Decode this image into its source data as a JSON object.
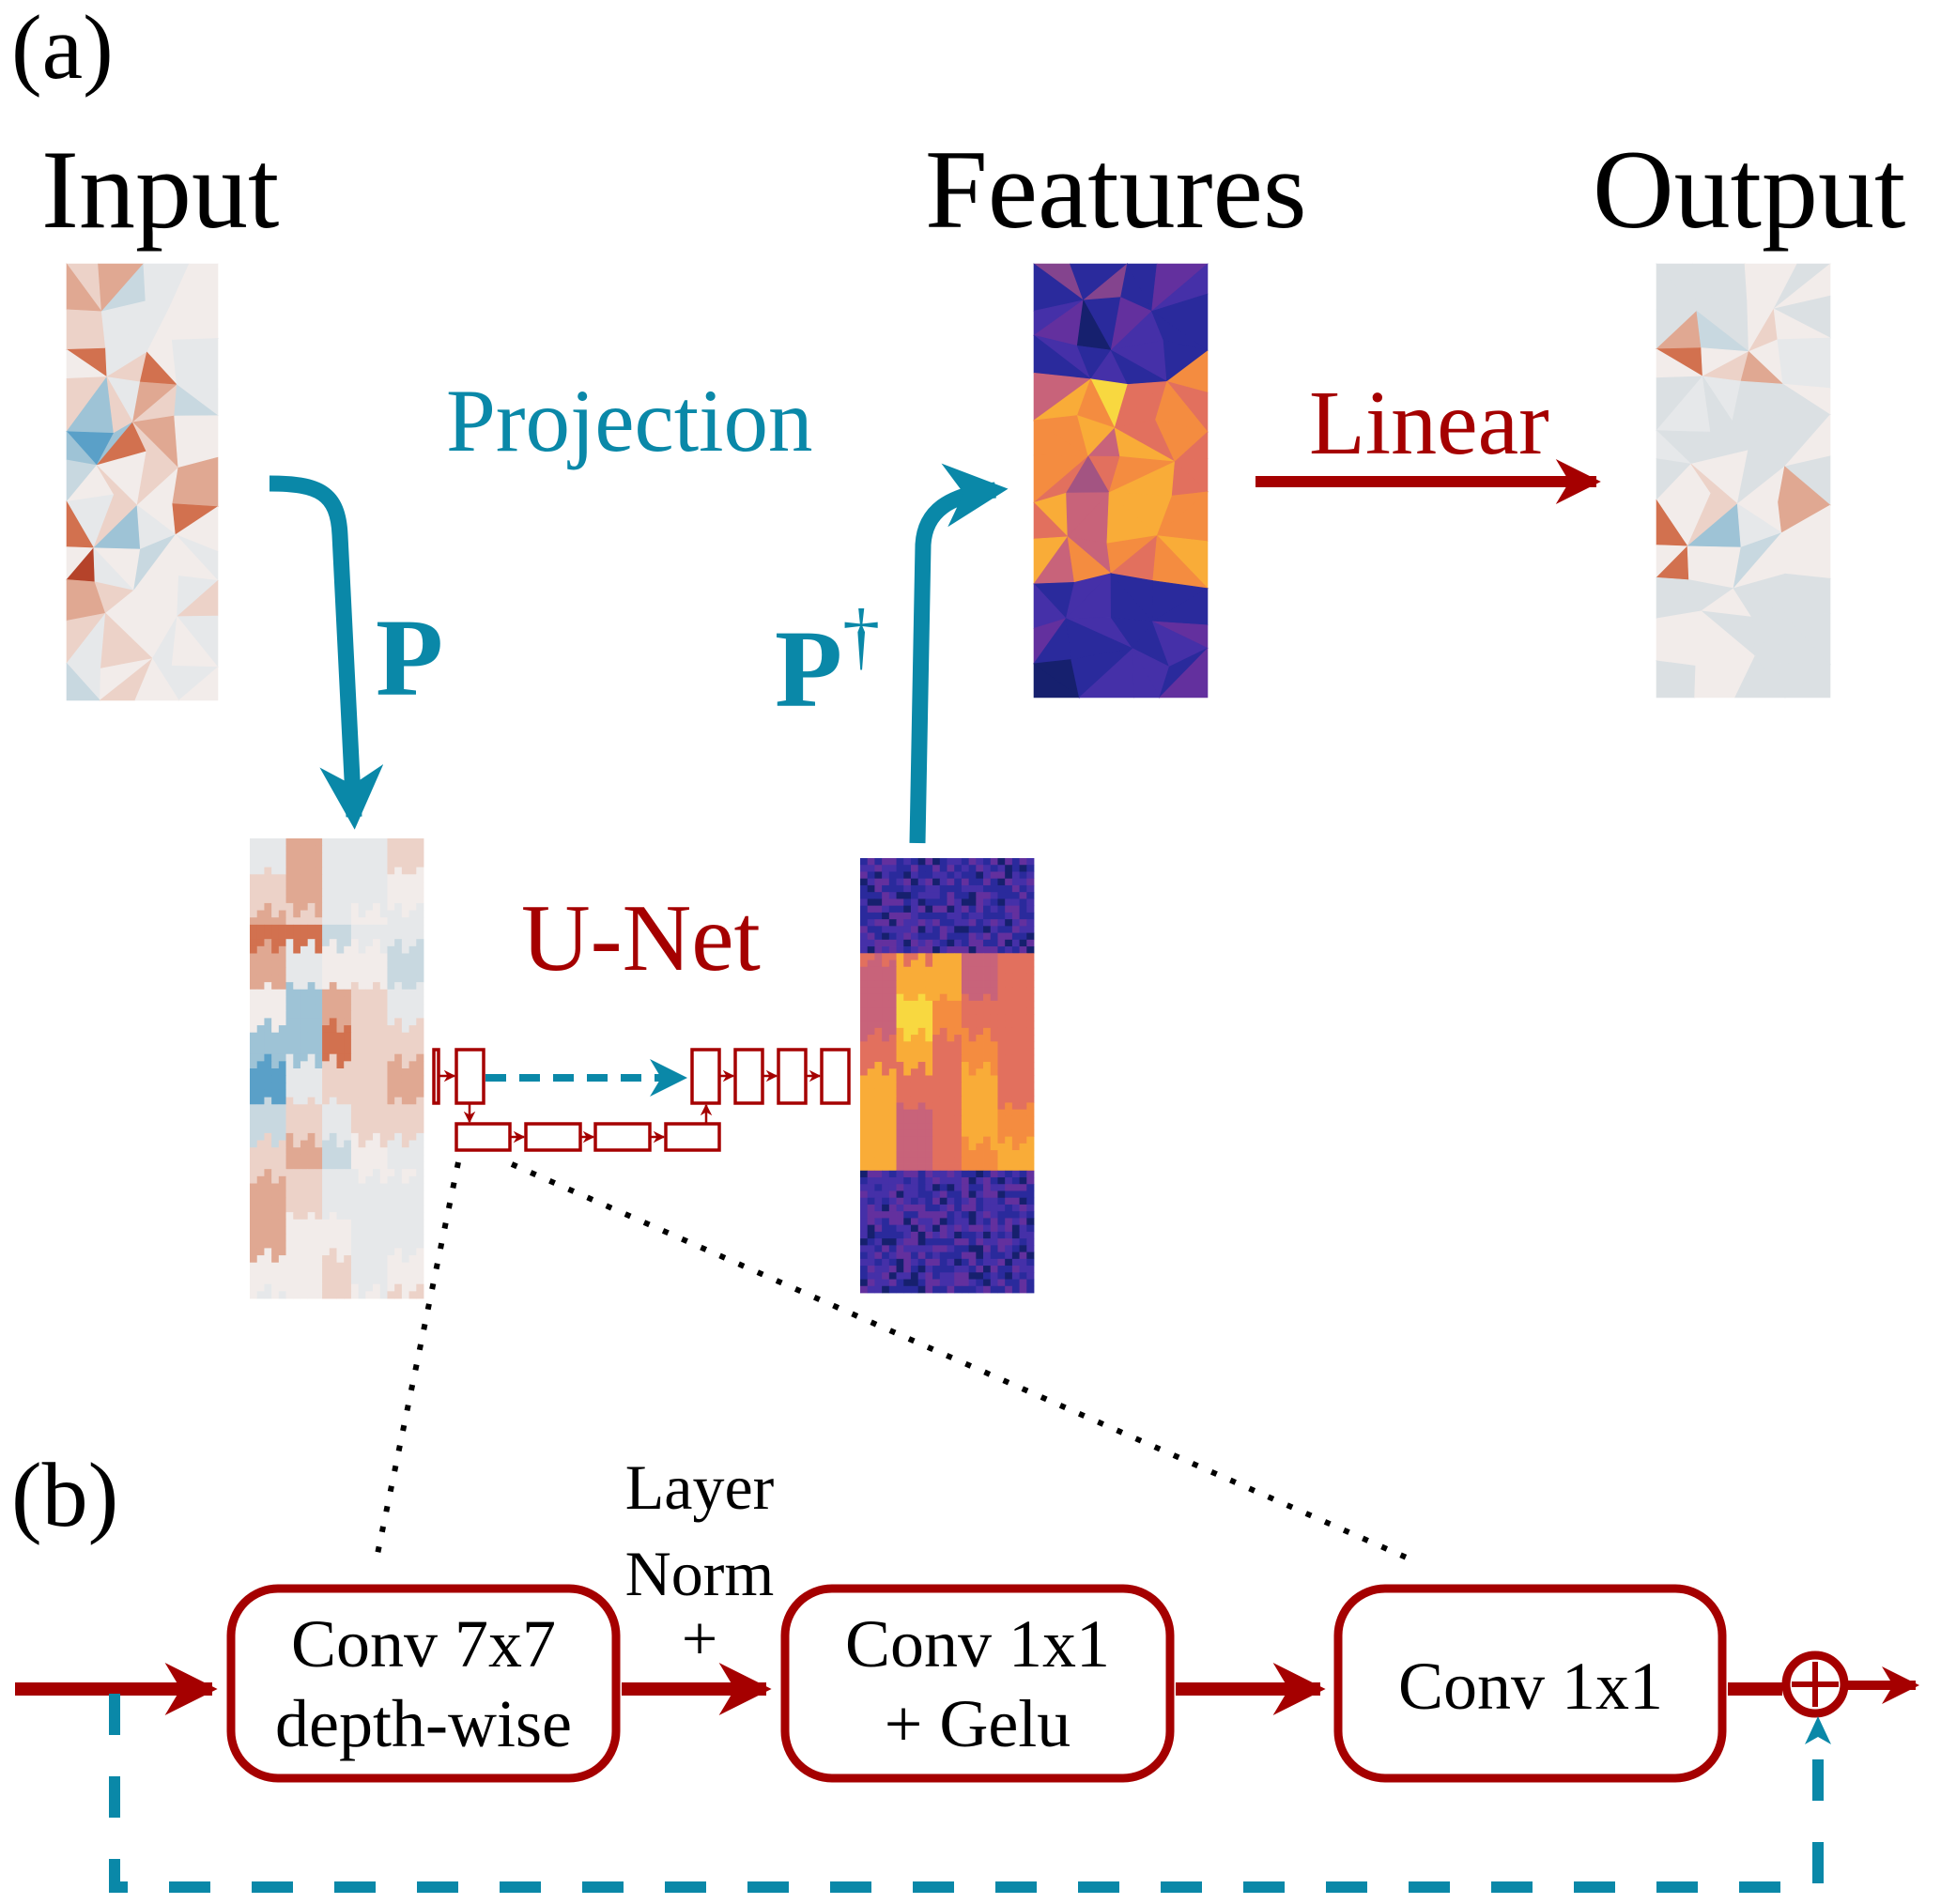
{
  "figure": {
    "panel_a_label": "(a)",
    "panel_b_label": "(b)",
    "titles": {
      "input": "Input",
      "features": "Features",
      "output": "Output"
    },
    "labels": {
      "projection": "Projection",
      "p": "P",
      "p_dagger_base": "P",
      "p_dagger_sup": "†",
      "linear": "Linear",
      "unet": "U-Net"
    },
    "block": {
      "layer_norm_line1": "Layer",
      "layer_norm_line2": "Norm",
      "layer_norm_line3": "+",
      "boxes": [
        {
          "line1": "Conv 7x7",
          "line2": "depth-wise"
        },
        {
          "line1": "Conv 1x1",
          "line2": "+ Gelu"
        },
        {
          "line1": "Conv 1x1",
          "line2": ""
        }
      ],
      "sum_symbol": "⊕"
    }
  },
  "colors": {
    "teal": "#0a88a8",
    "red": "#a50000",
    "black": "#000000",
    "diverging_palette": [
      "#2a4fb8",
      "#2f7bc4",
      "#5aa0c8",
      "#9ec3d6",
      "#c8d8e0",
      "#e6e8ea",
      "#f2ecea",
      "#ecd2c8",
      "#e0a892",
      "#d2714f",
      "#b5432a",
      "#8a0c25",
      "#55061a"
    ],
    "plasma_palette": [
      "#16206e",
      "#2a2a9c",
      "#4530a8",
      "#63309e",
      "#84448e",
      "#a35482",
      "#c8637a",
      "#e2705e",
      "#f48c40",
      "#f9ac38",
      "#f8d840",
      "#f0f050"
    ],
    "output_background": "#dbe0e3"
  }
}
